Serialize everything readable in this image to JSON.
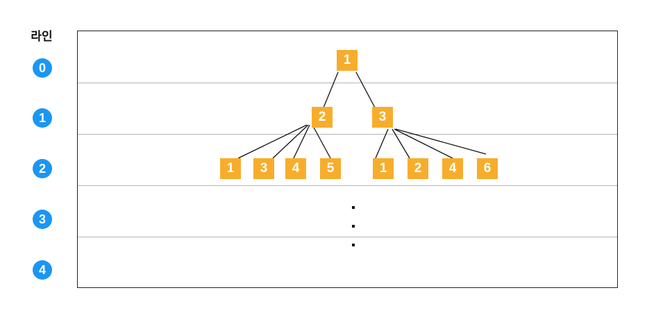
{
  "header": "라인",
  "lines": [
    "0",
    "1",
    "2",
    "3",
    "4"
  ],
  "nodes": {
    "root": "1",
    "l1_left": "2",
    "l1_right": "3",
    "l2_left": [
      "1",
      "3",
      "4",
      "5"
    ],
    "l2_right": [
      "1",
      "2",
      "4",
      "6"
    ]
  },
  "colors": {
    "node": "#f7ad2c",
    "badge": "#1b96f3",
    "rule": "#b5b5b5"
  }
}
